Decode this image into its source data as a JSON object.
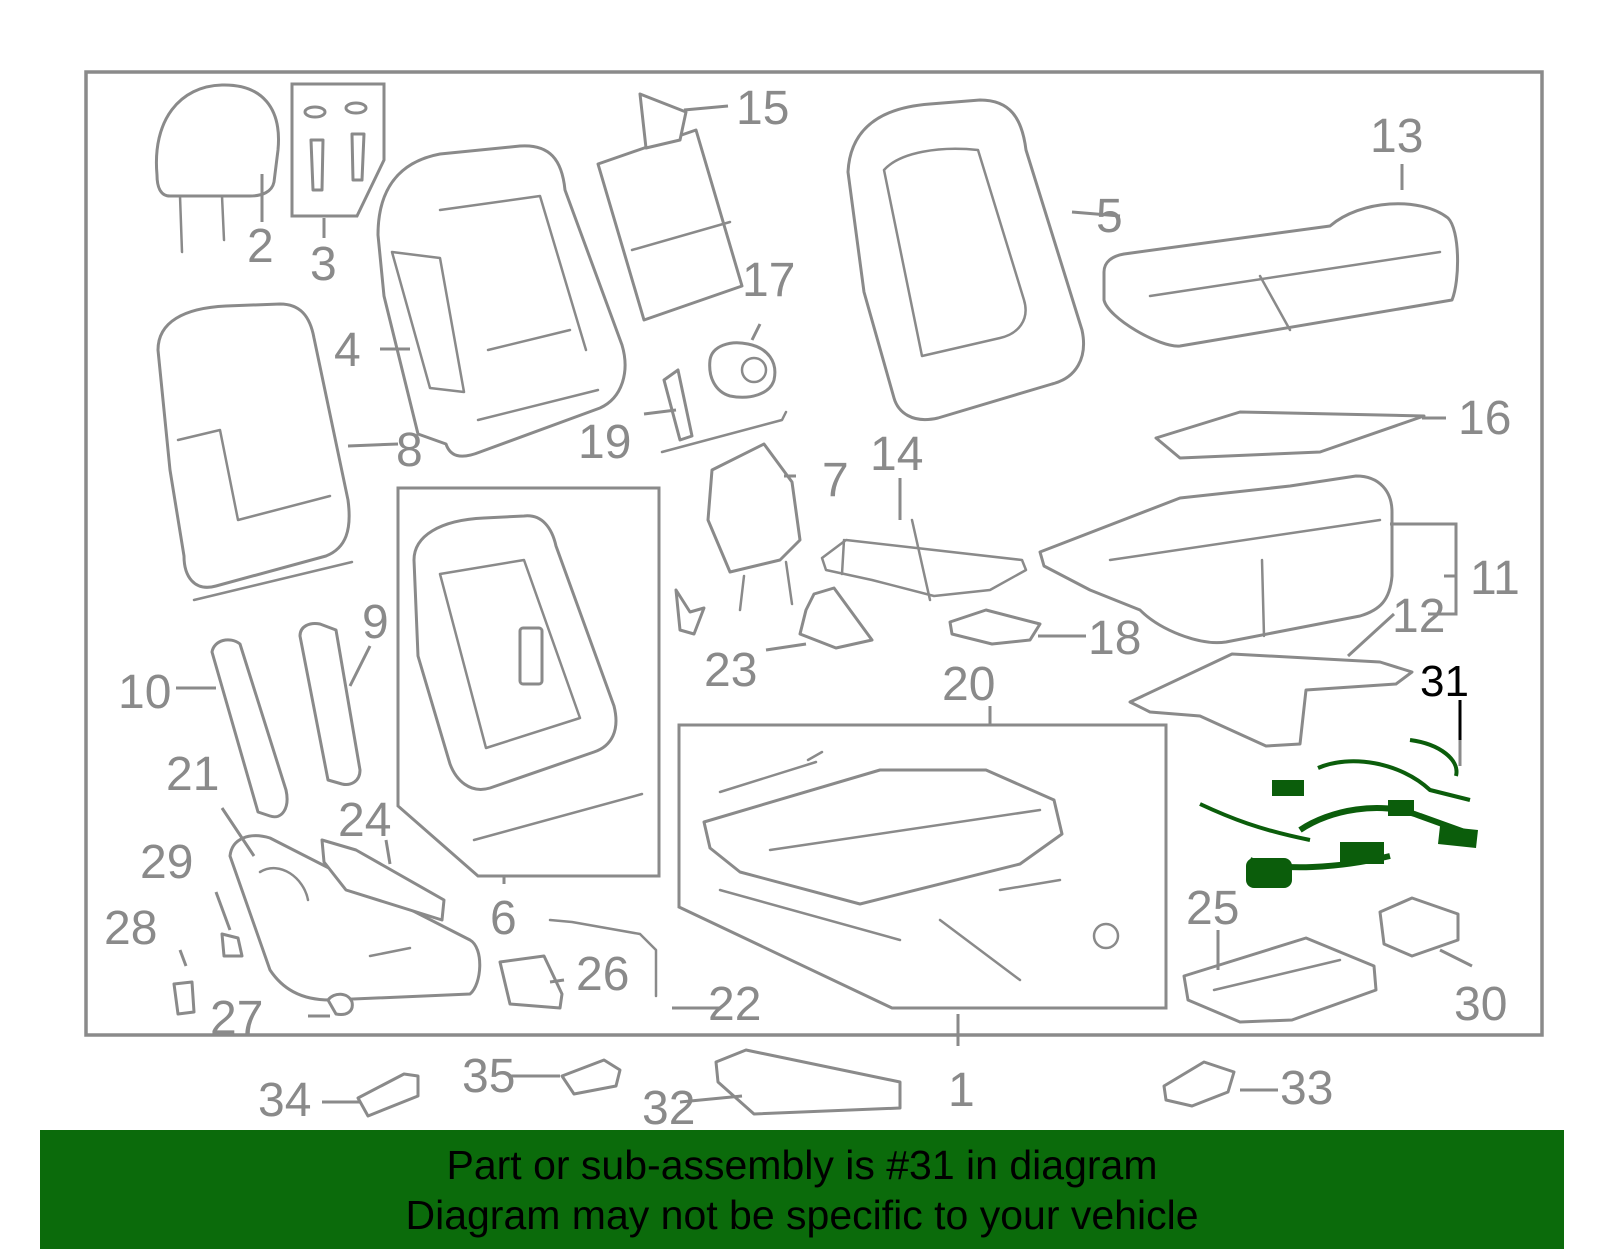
{
  "callouts": [
    {
      "id": "1",
      "label": "1"
    },
    {
      "id": "2",
      "label": "2"
    },
    {
      "id": "3",
      "label": "3"
    },
    {
      "id": "4",
      "label": "4"
    },
    {
      "id": "5",
      "label": "5"
    },
    {
      "id": "6",
      "label": "6"
    },
    {
      "id": "7",
      "label": "7"
    },
    {
      "id": "8",
      "label": "8"
    },
    {
      "id": "9",
      "label": "9"
    },
    {
      "id": "10",
      "label": "10"
    },
    {
      "id": "11",
      "label": "11"
    },
    {
      "id": "12",
      "label": "12"
    },
    {
      "id": "13",
      "label": "13"
    },
    {
      "id": "14",
      "label": "14"
    },
    {
      "id": "15",
      "label": "15"
    },
    {
      "id": "16",
      "label": "16"
    },
    {
      "id": "17",
      "label": "17"
    },
    {
      "id": "18",
      "label": "18"
    },
    {
      "id": "19",
      "label": "19"
    },
    {
      "id": "20",
      "label": "20"
    },
    {
      "id": "21",
      "label": "21"
    },
    {
      "id": "22",
      "label": "22"
    },
    {
      "id": "23",
      "label": "23"
    },
    {
      "id": "24",
      "label": "24"
    },
    {
      "id": "25",
      "label": "25"
    },
    {
      "id": "26",
      "label": "26"
    },
    {
      "id": "27",
      "label": "27"
    },
    {
      "id": "28",
      "label": "28"
    },
    {
      "id": "29",
      "label": "29"
    },
    {
      "id": "30",
      "label": "30"
    },
    {
      "id": "31",
      "label": "31",
      "highlighted": true
    },
    {
      "id": "32",
      "label": "32"
    },
    {
      "id": "33",
      "label": "33"
    },
    {
      "id": "34",
      "label": "34"
    },
    {
      "id": "35",
      "label": "35"
    }
  ],
  "banner": {
    "line1": "Part or sub-assembly is #31 in diagram",
    "line2": "Diagram may not be specific to your vehicle"
  },
  "colors": {
    "line_art": "#8a8a8a",
    "highlight_part": "#0b5d0b",
    "banner_background": "#0b6b0b",
    "banner_text": "#000000"
  }
}
